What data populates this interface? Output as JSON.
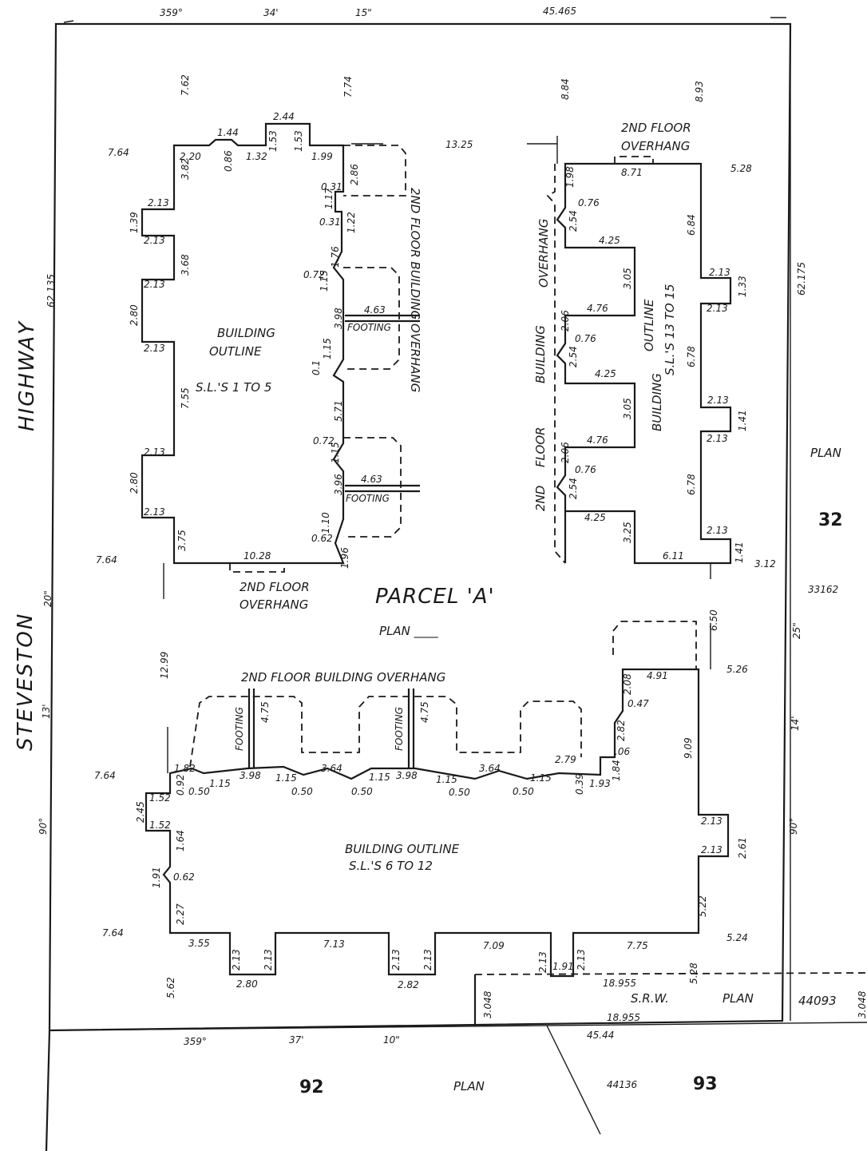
{
  "roads": {
    "west_1": "HIGHWAY",
    "west_2": "STEVESTON"
  },
  "parcel": {
    "name": "PARCEL 'A'",
    "plan_label": "PLAN ____"
  },
  "bearings": {
    "top": [
      "359°",
      "34'",
      "15\"",
      "45.465"
    ],
    "bottom": [
      "359°",
      "37'",
      "10\"",
      "45.44"
    ],
    "left": [
      "62.135",
      "20\"",
      "13'",
      "90°"
    ],
    "right": [
      "62.175",
      "25\"",
      "14'",
      "90°"
    ]
  },
  "adjacent": {
    "east_plan": "PLAN",
    "east_lot": "32",
    "east_plan_no": "33162",
    "south_lot_1": "92",
    "south_plan": "PLAN",
    "south_plan_no": "44136",
    "south_lot_2": "93",
    "srw_plan": "PLAN",
    "srw_plan_no": "44093",
    "srw_plan_3048": "3.048"
  },
  "srw": {
    "label": "S.R.W.",
    "len_top": "18.955",
    "len_bottom": "18.955",
    "w1": "5.28",
    "w2": "3.048"
  },
  "building_1_5": {
    "label_1": "BUILDING",
    "label_2": "OUTLINE",
    "label_3": "S.L.'S 1 TO 5",
    "overhang_1": "2ND FLOOR",
    "overhang_2": "OVERHANG",
    "overhang_side": "2ND FLOOR BUILDING OVERHANG",
    "footing": "FOOTING",
    "dims": [
      "7.62",
      "7.74",
      "7.64",
      "2.44",
      "1.44",
      "1.53",
      "1.53",
      "2.20",
      "0.86",
      "1.32",
      "1.99",
      "3.82",
      "2.86",
      "0.31",
      "1.17",
      "2.13",
      "1.39",
      "0.31",
      "1.22",
      "2.13",
      "3.68",
      "1.76",
      "0.72",
      "1.15",
      "2.13",
      "2.80",
      "4.63",
      "3.98",
      "2.13",
      "1.15",
      "0.1",
      "7.55",
      "5.71",
      "0.72",
      "1.15",
      "2.13",
      "2.80",
      "4.63",
      "3.96",
      "2.13",
      "1.10",
      "3.75",
      "0.62",
      "7.64",
      "10.28",
      "1.96",
      "13.25"
    ]
  },
  "building_13_15": {
    "label_1": "BUILDING",
    "label_2": "OUTLINE",
    "label_3": "S.L.'S 13 TO 15",
    "label_left_1": "BUILDING",
    "label_left_2": "OVERHANG",
    "label_left_3": "2ND",
    "label_left_4": "FLOOR",
    "overhang_1": "2ND FLOOR",
    "overhang_2": "OVERHANG",
    "dims": [
      "8.84",
      "8.93",
      "8.71",
      "5.28",
      "1.98",
      "0.76",
      "2.54",
      "4.25",
      "6.84",
      "3.05",
      "2.13",
      "1.33",
      "2.06",
      "4.76",
      "2.13",
      "0.76",
      "2.54",
      "6.78",
      "4.25",
      "3.05",
      "2.13",
      "1.41",
      "2.06",
      "4.76",
      "2.13",
      "0.76",
      "2.54",
      "6.78",
      "4.25",
      "3.25",
      "2.13",
      "1.41",
      "6.11",
      "3.12"
    ]
  },
  "building_6_12": {
    "label_1": "BUILDING OUTLINE",
    "label_2": "S.L.'S 6 TO 12",
    "overhang": "2ND FLOOR BUILDING OVERHANG",
    "footing": "FOOTING",
    "dims": [
      "12.99",
      "6.50",
      "5.26",
      "4.91",
      "2.08",
      "0.47",
      "2.82",
      ".06",
      "1.84",
      "1.93",
      "2.79",
      "0.39",
      "4.75",
      "4.75",
      "1.82",
      "0.92",
      "1.52",
      "0.50",
      "1.15",
      "3.98",
      "1.15",
      "0.50",
      "3.64",
      "0.50",
      "1.15",
      "3.98",
      "1.15",
      "0.50",
      "3.64",
      "0.50",
      "1.15",
      "7.64",
      "2.45",
      "1.52",
      "1.64",
      "1.91",
      "0.62",
      "2.27",
      "9.09",
      "2.13",
      "2.61",
      "2.13",
      "5.22",
      "7.64",
      "3.55",
      "2.13",
      "2.13",
      "7.13",
      "2.13",
      "2.13",
      "7.09",
      "2.13",
      "2.13",
      "7.75",
      "5.24",
      "5.62",
      "2.80",
      "2.82",
      "1.91"
    ]
  }
}
